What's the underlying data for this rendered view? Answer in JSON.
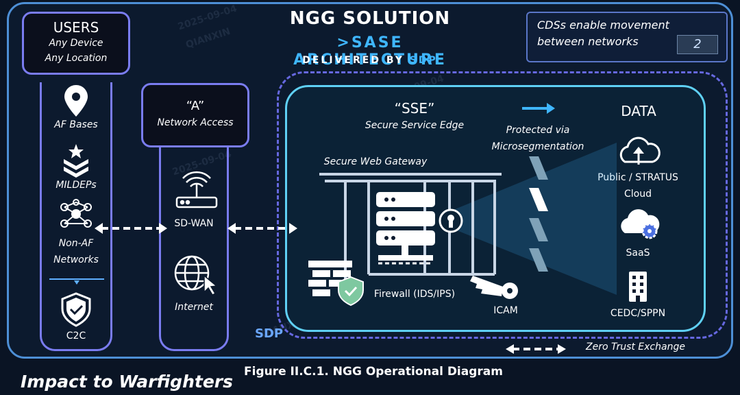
{
  "title": "NGG SOLUTION",
  "subtitle": ">SASE ARCHITECTURE",
  "delivered_prefix": "DELIVERED BY ",
  "delivered_sdp": "SDP",
  "note": {
    "line1": "CDSs enable movement",
    "line2": "between networks",
    "number": "2"
  },
  "users": {
    "title": "USERS",
    "line1": "Any Device",
    "line2": "Any Location",
    "items": [
      "AF Bases",
      "MILDEPs",
      "Non-AF",
      "Networks",
      "C2C"
    ]
  },
  "network_access": {
    "title": "“A”",
    "subtitle": "Network Access",
    "items": [
      "SD-WAN",
      "Internet"
    ]
  },
  "sse": {
    "title": "“SSE”",
    "subtitle": "Secure Service Edge",
    "swg": "Secure Web Gateway",
    "firewall": "Firewall (IDS/IPS)",
    "icam": "ICAM",
    "protected_line1": "Protected via",
    "protected_line2": "Microsegmentation"
  },
  "data": {
    "title": "DATA",
    "public_line1": "Public / STRATUS",
    "public_line2": "Cloud",
    "saas": "SaaS",
    "cedc": "CEDC/SPPN"
  },
  "sdp_label": "SDP",
  "zero_trust": "Zero Trust Exchange",
  "caption": "Figure II.C.1. NGG Operational Diagram",
  "impact": "Impact to Warfighters",
  "watermark": [
    "2025-09-04",
    "QIANXIN"
  ],
  "icons": [
    "location-pin-icon",
    "rank-insignia-icon",
    "network-nodes-icon",
    "shield-check-icon",
    "router-icon",
    "globe-cursor-icon",
    "server-stack-icon",
    "keyhole-icon",
    "brick-firewall-icon",
    "key-icon",
    "cloud-upload-icon",
    "cloud-gear-icon",
    "building-icon"
  ],
  "colors": {
    "accent": "#3fb6ff",
    "frame": "#4d8fd6",
    "purple": "#7a7cf0",
    "cyan": "#5fd0f4"
  }
}
